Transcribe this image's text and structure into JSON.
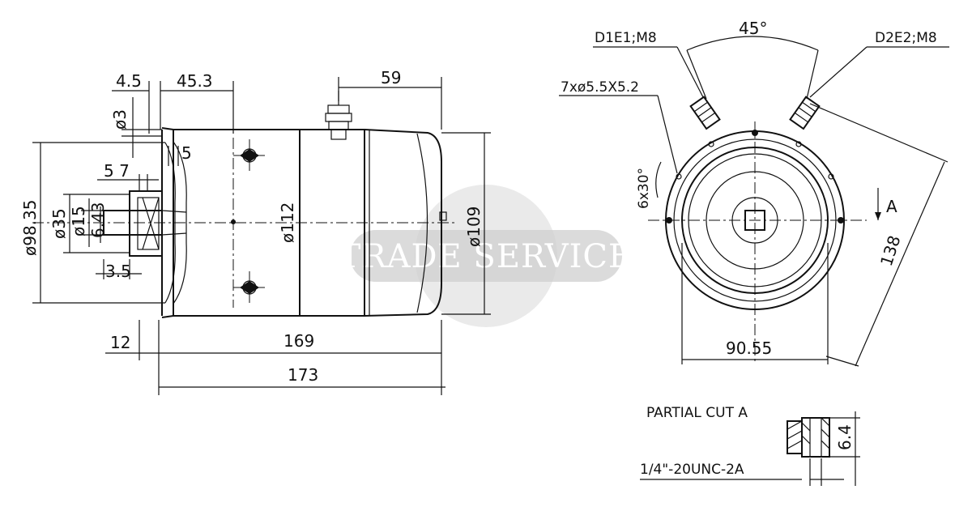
{
  "watermark": {
    "text": "TRADE SERVICE"
  },
  "side_view": {
    "dims": {
      "d4_5": "4.5",
      "d45_3": "45.3",
      "d59": "59",
      "d3": "ø3",
      "d5": "5",
      "d5_7": "5 7",
      "d98_35": "ø98.35",
      "d35": "ø35",
      "d15": "ø15",
      "d6_43": "6.43",
      "d3_5": "3.5",
      "d112": "ø112",
      "d109": "ø109",
      "d12": "12",
      "d169": "169",
      "d173": "173"
    }
  },
  "end_view": {
    "terminal_left": "D1E1;M8",
    "terminal_right": "D2E2;M8",
    "angle": "45°",
    "holes": "7xø5.5X5.2",
    "bolt_angle": "6x30°",
    "d138": "138",
    "d90_55": "90.55",
    "section_mark": "A"
  },
  "partial_cut": {
    "title": "PARTIAL CUT A",
    "thread": "1/4\"-20UNC-2A",
    "d6_4": "6.4"
  }
}
